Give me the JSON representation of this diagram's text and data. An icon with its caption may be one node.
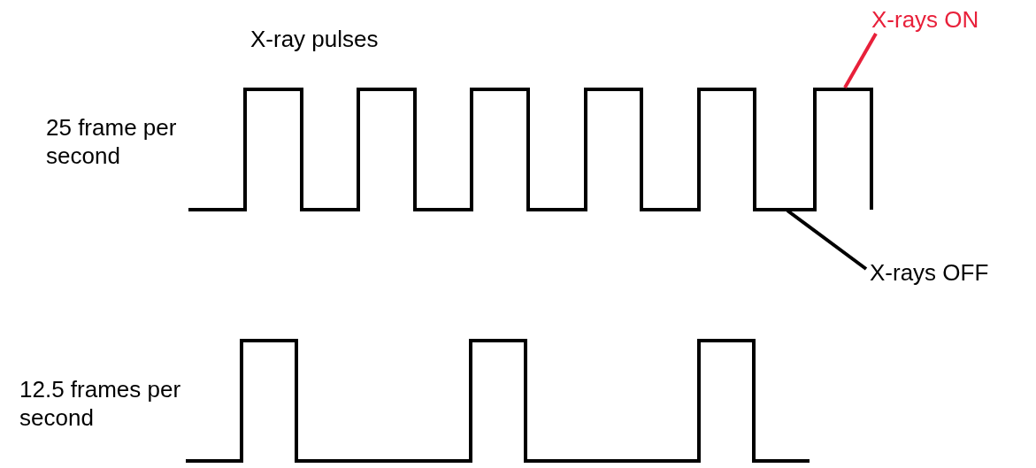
{
  "diagram": {
    "title": "X-ray pulses",
    "nodes": [
      {
        "text": [
          "X-rays ON"
        ]
      },
      {
        "text": [
          "X-rays OFF"
        ]
      }
    ],
    "edges": [
      {
        "from": 0,
        "to": null,
        "arrow": "none",
        "color": "#e8203a"
      },
      {
        "from": 1,
        "to": null,
        "arrow": "none",
        "color": "#000000"
      }
    ],
    "labels": [
      "25 frame per second",
      "12.5 frames per second"
    ]
  }
}
